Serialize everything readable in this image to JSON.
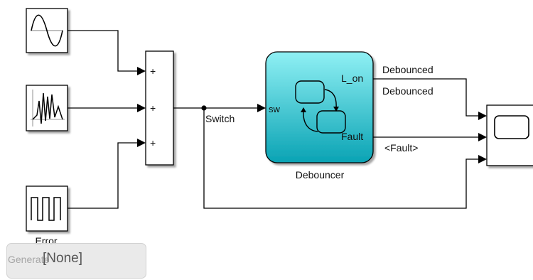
{
  "diagram": {
    "blocks": {
      "sine_wave": {
        "icon": "sine-wave-icon"
      },
      "noisy_signal": {
        "icon": "noise-waveform-icon"
      },
      "pulse_generator": {
        "icon": "pulse-train-icon",
        "label": "Error"
      },
      "sum": {
        "ports": [
          "+",
          "+",
          "+"
        ]
      },
      "debouncer": {
        "label": "Debouncer",
        "inputs": [
          "sw"
        ],
        "outputs": [
          "L_on",
          "Fault"
        ],
        "icon": "state-chart-icon",
        "colors": {
          "top": "#8ff0f4",
          "bottom": "#0aa3b4"
        }
      },
      "scope": {
        "icon": "scope-screen-icon"
      }
    },
    "signals": {
      "switch": "Switch",
      "debounced_1": "Debounced",
      "debounced_2": "Debounced",
      "fault": "<Fault>"
    },
    "overlay": {
      "under_text": "Generate",
      "label": "[None]"
    }
  }
}
